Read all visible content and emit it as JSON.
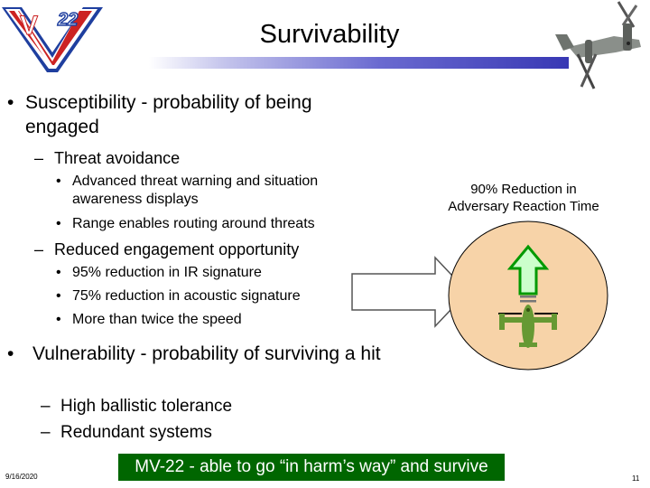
{
  "slide": {
    "title": "Survivability",
    "logo_text": "V 22",
    "bullets": [
      {
        "text": "Susceptibility - probability of being engaged",
        "subs": [
          {
            "text": "Threat avoidance",
            "items": [
              "Advanced threat warning and situation awareness displays",
              "Range enables routing around threats"
            ]
          },
          {
            "text": "Reduced engagement opportunity",
            "items": [
              "95% reduction in IR signature",
              "75% reduction in acoustic signature",
              "More than twice the speed"
            ]
          }
        ]
      },
      {
        "text": "Vulnerability - probability of surviving a hit",
        "subs": [
          {
            "text": "High ballistic tolerance"
          },
          {
            "text": "Redundant systems"
          }
        ]
      }
    ],
    "bullet_symbol": "•",
    "dash_symbol": "–",
    "callout": {
      "line1": "90% Reduction in",
      "line2": "Adversary Reaction Time"
    },
    "banner": "MV-22 - able to go “in harm’s way” and survive",
    "date": "9/16/2020",
    "page_number": "11"
  },
  "colors": {
    "banner_bg": "#006600",
    "circle_fill": "#f7d3a8",
    "arrow_fill": "#ccffcc",
    "arrow_stroke": "#009900",
    "aircraft_fill": "#669933",
    "logo_red": "#cc2222",
    "logo_blue": "#1f3f9f"
  }
}
